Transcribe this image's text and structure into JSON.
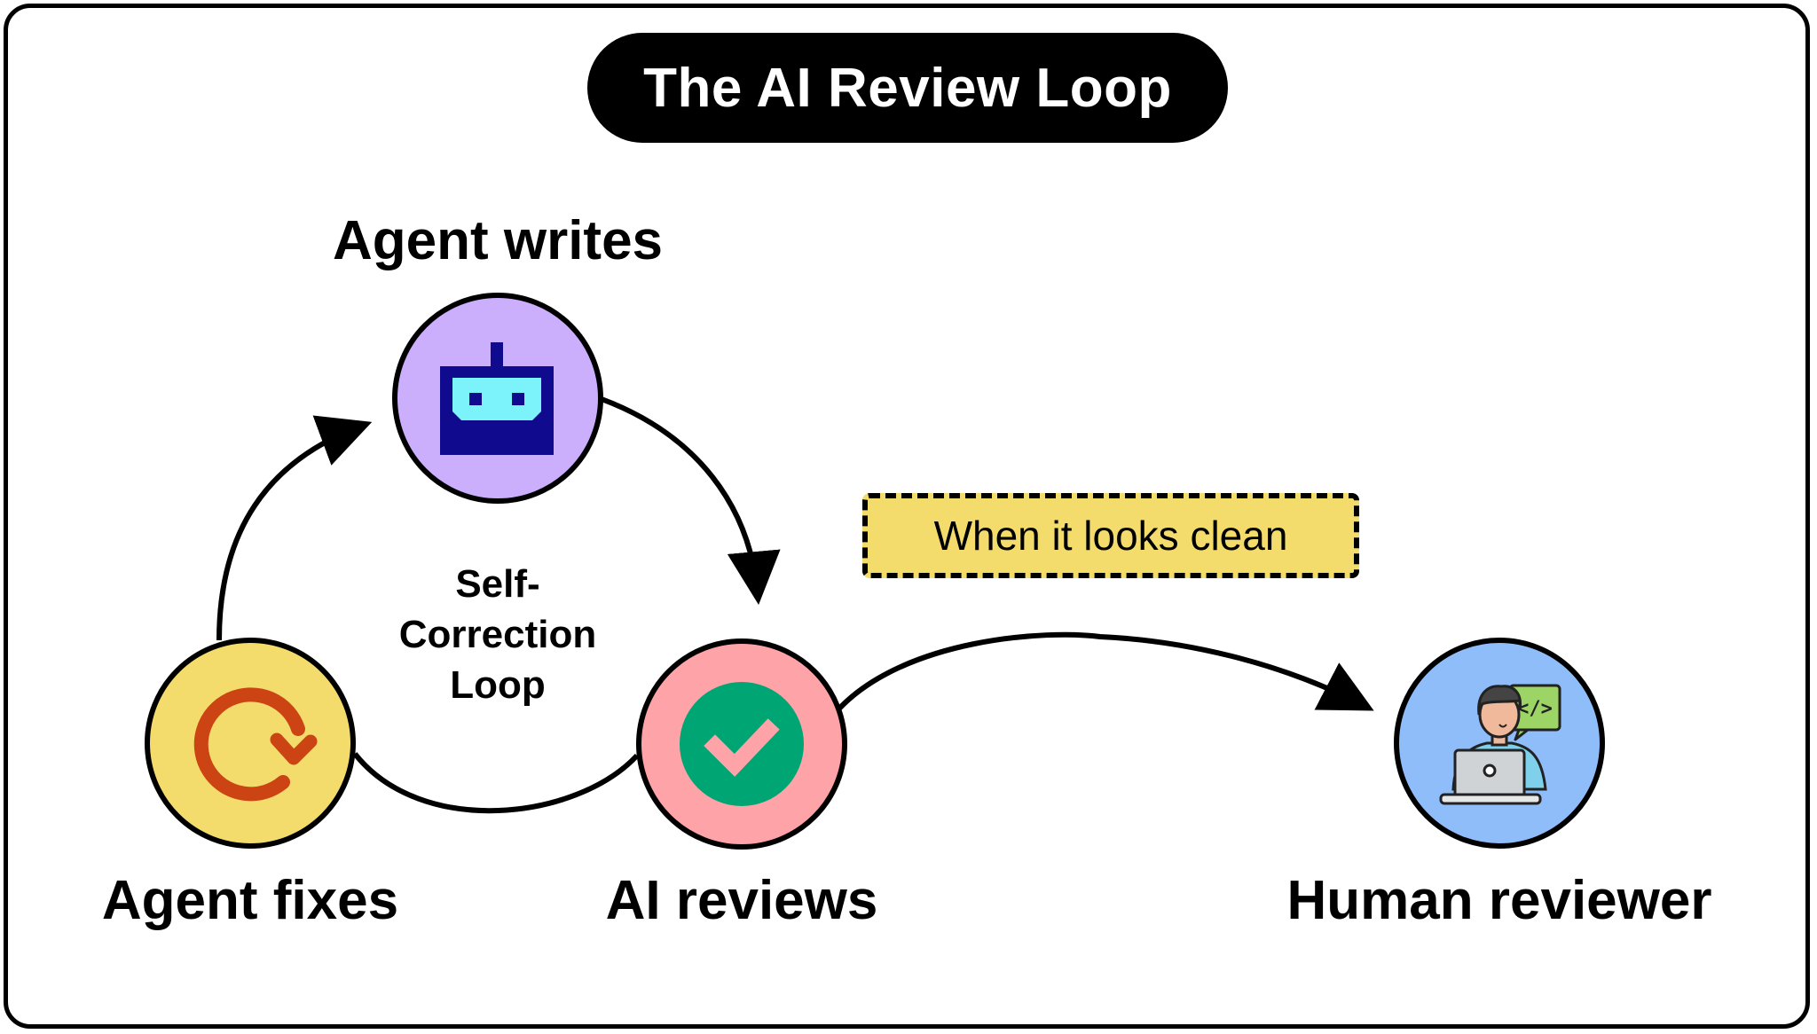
{
  "title": "The AI Review Loop",
  "nodes": {
    "agent_writes": {
      "label": "Agent writes",
      "icon": "robot-icon",
      "color": "#cbaefc"
    },
    "ai_reviews": {
      "label": "AI reviews",
      "icon": "checkmark-icon",
      "color": "#fea3a8"
    },
    "agent_fixes": {
      "label": "Agent fixes",
      "icon": "refresh-icon",
      "color": "#f4dc6c"
    },
    "human_reviewer": {
      "label": "Human reviewer",
      "icon": "developer-with-laptop-icon",
      "color": "#8fbdfa"
    }
  },
  "loop_label": "Self-Correction Loop",
  "transition_note": "When it looks clean",
  "colors": {
    "accent_green": "#00a574",
    "accent_orange": "#cc4413",
    "robot_navy": "#0f0a8e",
    "robot_screen": "#7cf3fb"
  }
}
